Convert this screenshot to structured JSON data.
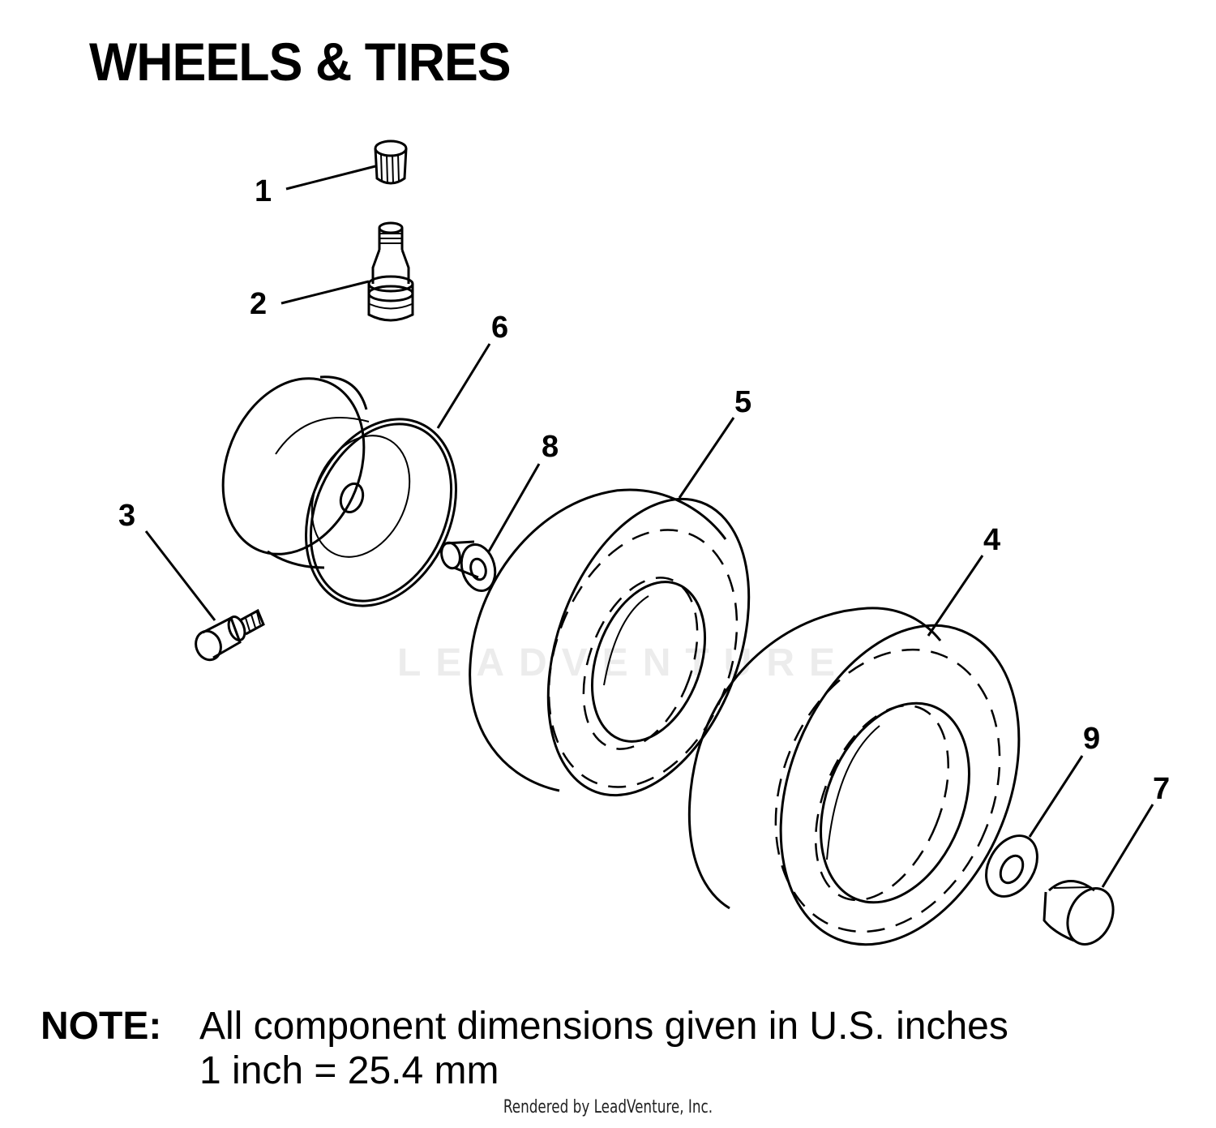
{
  "title": "WHEELS & TIRES",
  "callouts": [
    "1",
    "2",
    "3",
    "4",
    "5",
    "6",
    "7",
    "8",
    "9"
  ],
  "note": {
    "label": "NOTE:",
    "line1": "All component dimensions given in U.S. inches",
    "line2": "1 inch = 25.4 mm"
  },
  "footer": "Rendered by LeadVenture, Inc.",
  "watermark": "LEADVENTURE"
}
